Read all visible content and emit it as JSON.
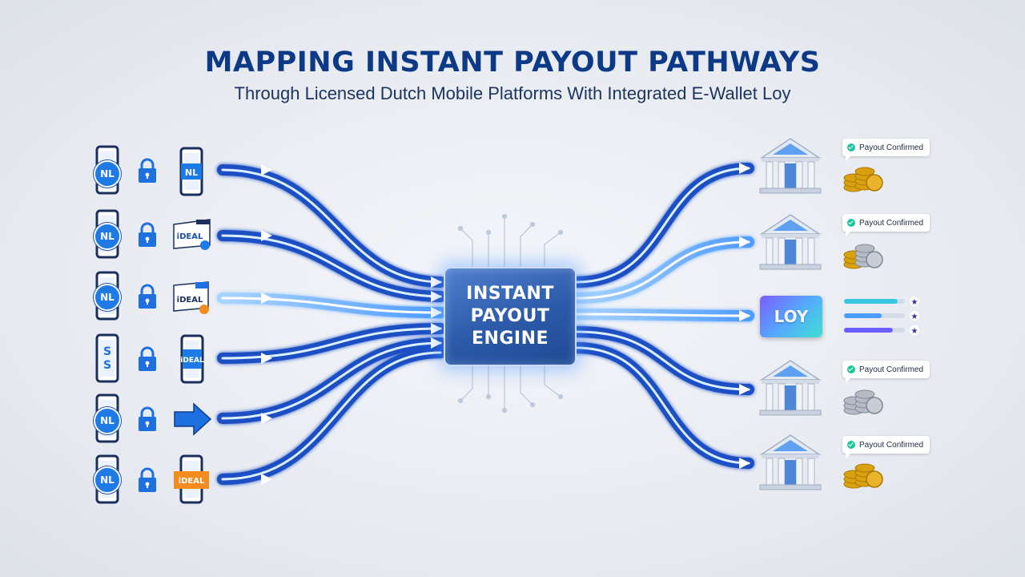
{
  "header": {
    "title": "MAPPING INSTANT PAYOUT PATHWAYS",
    "subtitle": "Through Licensed Dutch Mobile Platforms With Integrated E-Wallet Loy"
  },
  "engine": {
    "label": "INSTANT\nPAYOUT\nENGINE"
  },
  "sources": [
    {
      "badge": "NL",
      "lock_icon": "lock-icon",
      "phone_icon": "phone-icon",
      "method": "NL",
      "method_icon": "phone-nl-icon",
      "status_dot": ""
    },
    {
      "badge": "NL",
      "lock_icon": "lock-icon",
      "phone_icon": "phone-icon",
      "method": "iDEAL",
      "method_icon": "ideal-card-icon",
      "status_dot": "#1e7be6"
    },
    {
      "badge": "NL",
      "lock_icon": "lock-icon",
      "phone_icon": "phone-icon",
      "method": "iDEAL",
      "method_icon": "ideal-card-icon",
      "status_dot": "#f28c1e"
    },
    {
      "badge": "",
      "lock_icon": "lock-icon",
      "phone_icon": "phone-dollar-icon",
      "method": "iDEAL",
      "method_icon": "ideal-phone-icon",
      "status_dot": ""
    },
    {
      "badge": "NL",
      "lock_icon": "lock-icon",
      "phone_icon": "phone-icon",
      "method": "",
      "method_icon": "arrow-right-icon",
      "status_dot": ""
    },
    {
      "badge": "NL",
      "lock_icon": "lock-icon",
      "phone_icon": "phone-icon",
      "method": "iDEAL",
      "method_icon": "ideal-phone-orange-icon",
      "status_dot": ""
    }
  ],
  "destinations": [
    {
      "icon": "bank-icon",
      "status": "Payout Confirmed",
      "coins_icon": "gold-coins-icon"
    },
    {
      "icon": "bank-icon",
      "status": "Payout Confirmed",
      "coins_icon": "mixed-coins-icon"
    },
    {
      "icon": "loy-wallet-icon",
      "label": "LOY",
      "bars": [
        0.88,
        0.62,
        0.8
      ]
    },
    {
      "icon": "bank-icon",
      "status": "Payout Confirmed",
      "coins_icon": "silver-coins-icon"
    },
    {
      "icon": "bank-icon",
      "status": "Payout Confirmed",
      "coins_icon": "gold-coins-icon"
    }
  ],
  "colors": {
    "title": "#0d3a86",
    "flow_dark": "#1a4fc4",
    "flow_light": "#6fb6ff",
    "engine": "#2c5aa8",
    "ideal_orange": "#f28c1e",
    "confirmed_green": "#1fc59a"
  }
}
